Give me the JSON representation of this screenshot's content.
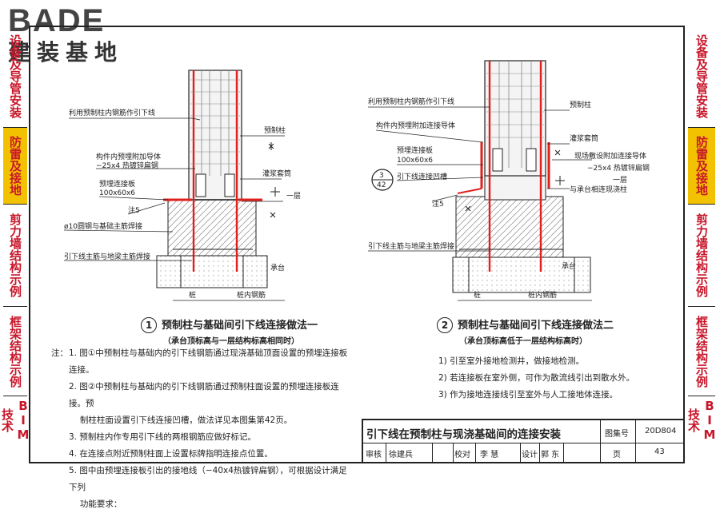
{
  "logo": {
    "brand": "BADE",
    "name": "建装基地"
  },
  "tabs_right": [
    {
      "label": "设备及导管安装",
      "active": false
    },
    {
      "label": "防雷及接地",
      "active": true
    },
    {
      "label": "剪力墙结构示例",
      "active": false
    },
    {
      "label": "框架结构示例",
      "active": false
    },
    {
      "label": "BIM技术",
      "active": false
    }
  ],
  "tabs_left": [
    "设备及导管安装",
    "防雷及接地",
    "剪力墙结构示例",
    "框架结构示例",
    "BIM技术"
  ],
  "drawing1": {
    "labels": {
      "l1": "利用预制柱内钢筋作引下线",
      "l2": "预制柱",
      "l3": "构件内预埋附加导体",
      "l4": "−25x4 热镀锌扁钢",
      "l5": "灌浆套筒",
      "l6": "预埋连接板",
      "l7": "100x60x6",
      "l8": "一层",
      "l9": "注5",
      "l10": "ø10圆钢与基础主筋焊接",
      "l11": "引下线主筋与地梁主筋焊接",
      "l12": "承台",
      "l13": "桩",
      "l14": "桩内钢筋"
    },
    "num": "1",
    "title": "预制柱与基础间引下线连接做法一",
    "subtitle": "（承台顶标高与一层结构标高相同时）"
  },
  "drawing2": {
    "labels": {
      "l1": "利用预制柱内钢筋作引下线",
      "l2": "预制柱",
      "l3": "构件内预埋附加连接导体",
      "l4": "灌浆套筒",
      "l5": "预埋连接板",
      "l6": "100x60x6",
      "l7": "引下线连接凹槽",
      "l8": "现场敷设附加连接导体",
      "l9": "−25x4 热镀锌扁钢",
      "l10": "一层",
      "l11": "与承台相连现浇柱",
      "l12": "注5",
      "l13": "引下线主筋与地梁主筋焊接",
      "l14": "承台",
      "l15": "桩",
      "l16": "桩内钢筋",
      "ref_top": "3",
      "ref_bottom": "42"
    },
    "num": "2",
    "title": "预制柱与基础间引下线连接做法二",
    "subtitle": "（承台顶标高低于一层结构标高时）"
  },
  "notes": {
    "lead": "注：",
    "items": [
      "1. 图①中预制柱与基础内的引下线钢筋通过现浇基础顶面设置的预埋连接板连接。",
      "2. 图②中预制柱与基础内的引下线钢筋通过预制柱面设置的预埋连接板连接。预",
      "　 制柱柱面设置引下线连接凹槽，做法详见本图集第42页。",
      "3. 预制柱内作专用引下线的两根钢筋应做好标记。",
      "4. 在连接点附近预制柱面上设置标牌指明连接点位置。",
      "5. 图中由预埋连接板引出的接地线（−40x4热镀锌扁钢），可根据设计满足下列",
      "　 功能要求："
    ],
    "items2": [
      "1) 引至室外接地检测井，做接地检测。",
      "2) 若连接板在室外侧，可作为散流线引出到散水外。",
      "3) 作为接地连接线引至室外与人工接地体连接。"
    ]
  },
  "titleblock": {
    "title": "引下线在预制柱与现浇基础间的连接安装",
    "atlas_label": "图集号",
    "atlas_no": "20D804",
    "review": "审核",
    "reviewer": "徐建兵",
    "check": "校对",
    "checker": "李 慧",
    "design": "设计",
    "designer": "郭 东",
    "page_label": "页",
    "page": "43"
  },
  "colors": {
    "accent": "#c8162a",
    "active_tab": "#f2c100",
    "rebar": "#e0201c"
  }
}
